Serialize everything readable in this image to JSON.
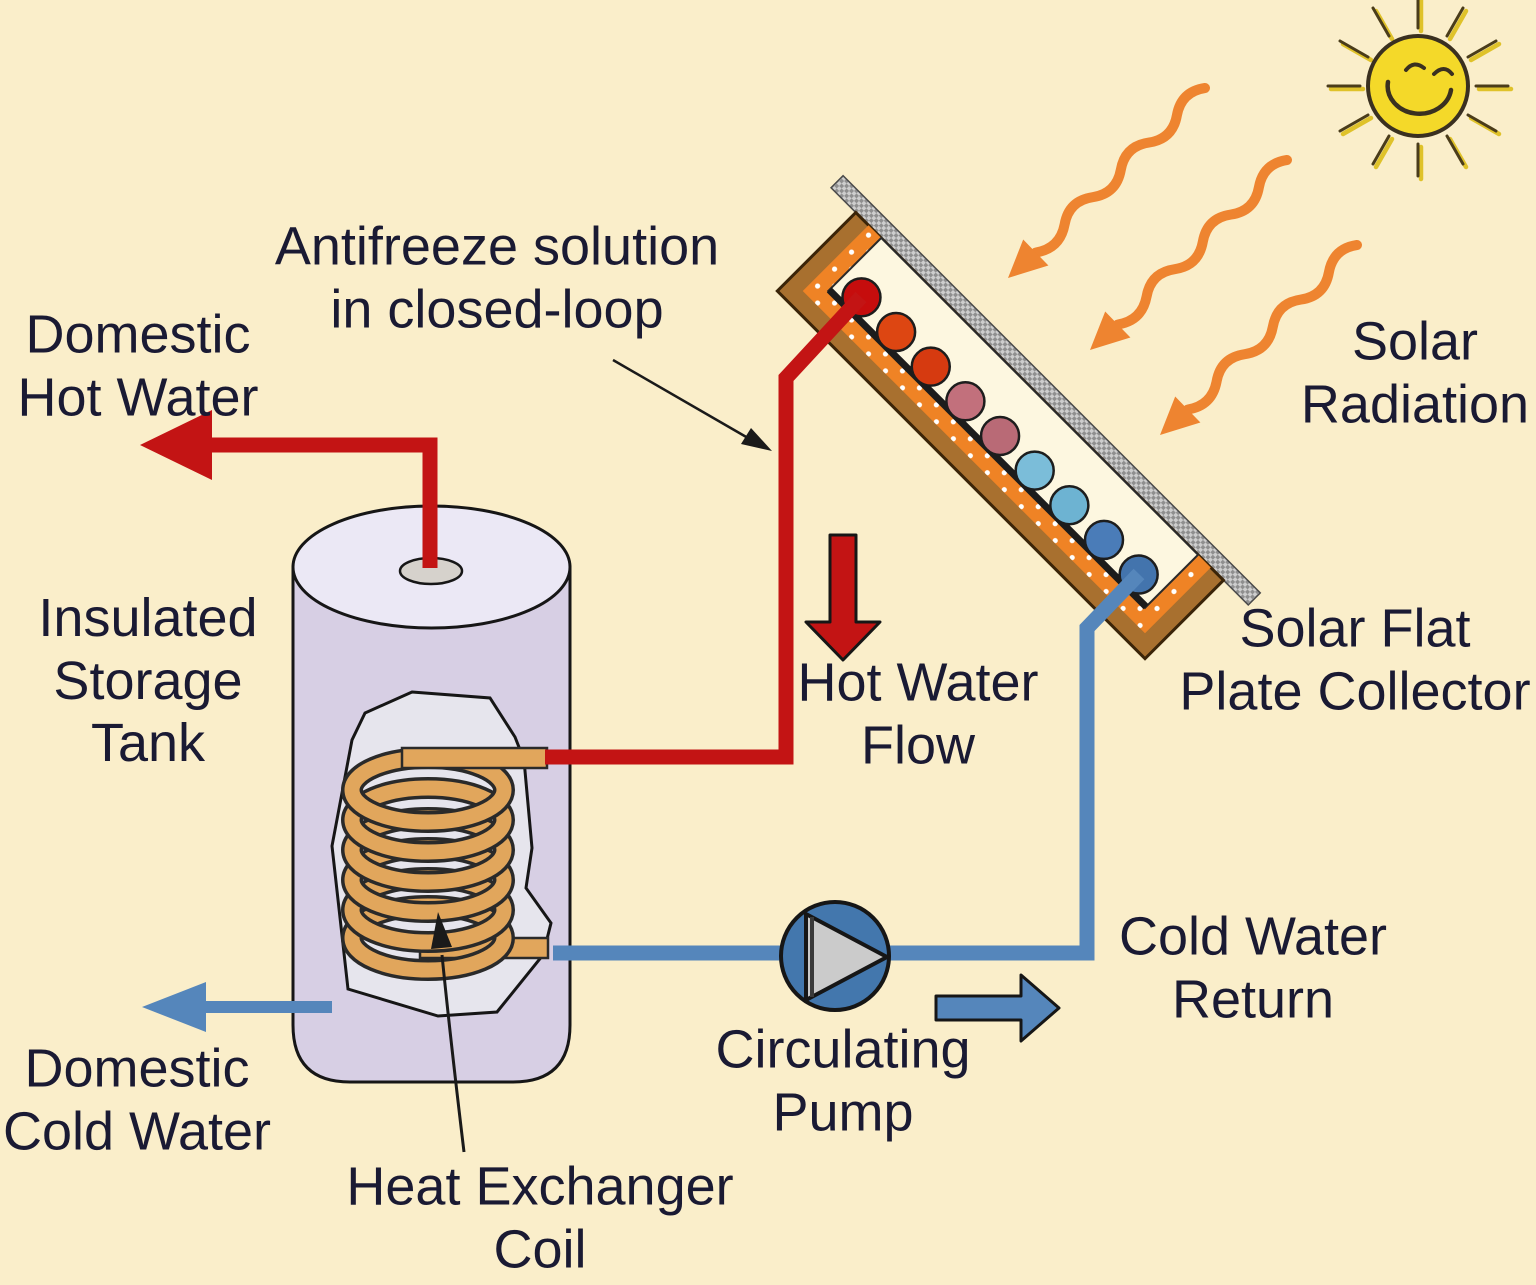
{
  "title": "Solar water heating system diagram",
  "background": "#faeeca",
  "text_color": "#1a1a33",
  "labels": {
    "antifreeze": {
      "line1": "Antifreeze solution",
      "line2": "in closed-loop"
    },
    "domestic_hot_water": {
      "line1": "Domestic",
      "line2": "Hot Water"
    },
    "insulated_storage_tank": {
      "line1": "Insulated",
      "line2": "Storage",
      "line3": "Tank"
    },
    "domestic_cold_water": {
      "line1": "Domestic",
      "line2": "Cold Water"
    },
    "heat_exchanger_coil": {
      "line1": "Heat Exchanger",
      "line2": "Coil"
    },
    "hot_water_flow": {
      "line1": "Hot Water",
      "line2": "Flow"
    },
    "circulating_pump": {
      "line1": "Circulating",
      "line2": "Pump"
    },
    "cold_water_return": {
      "line1": "Cold Water",
      "line2": "Return"
    },
    "solar_radiation": {
      "line1": "Solar",
      "line2": "Radiation"
    },
    "solar_flat_plate_collector": {
      "line1": "Solar Flat",
      "line2": "Plate Collector"
    }
  },
  "colors": {
    "hot": "#c31414",
    "cold": "#5586bb",
    "pump_body": "#4377ad",
    "pump_rotor": "#cbcbcb",
    "solar_arrow": "#ee8430",
    "collector_frame": "#a8702f",
    "collector_insulation": "#ef8325",
    "collector_panel": "#fdf7e0",
    "tank_body": "#d7cfe4",
    "tank_top": "#ebe8f5",
    "tank_cutaway": "#e6e5ed",
    "coil": "#e1a65c",
    "sun": "#f4d929",
    "outline": "#1a1a1a"
  },
  "collector": {
    "tube_colors": [
      "#c60d0d",
      "#dd4612",
      "#d63a10",
      "#c2707c",
      "#b96a76",
      "#7bbdd9",
      "#6db3d2",
      "#4a7cb8",
      "#4374ad"
    ]
  }
}
